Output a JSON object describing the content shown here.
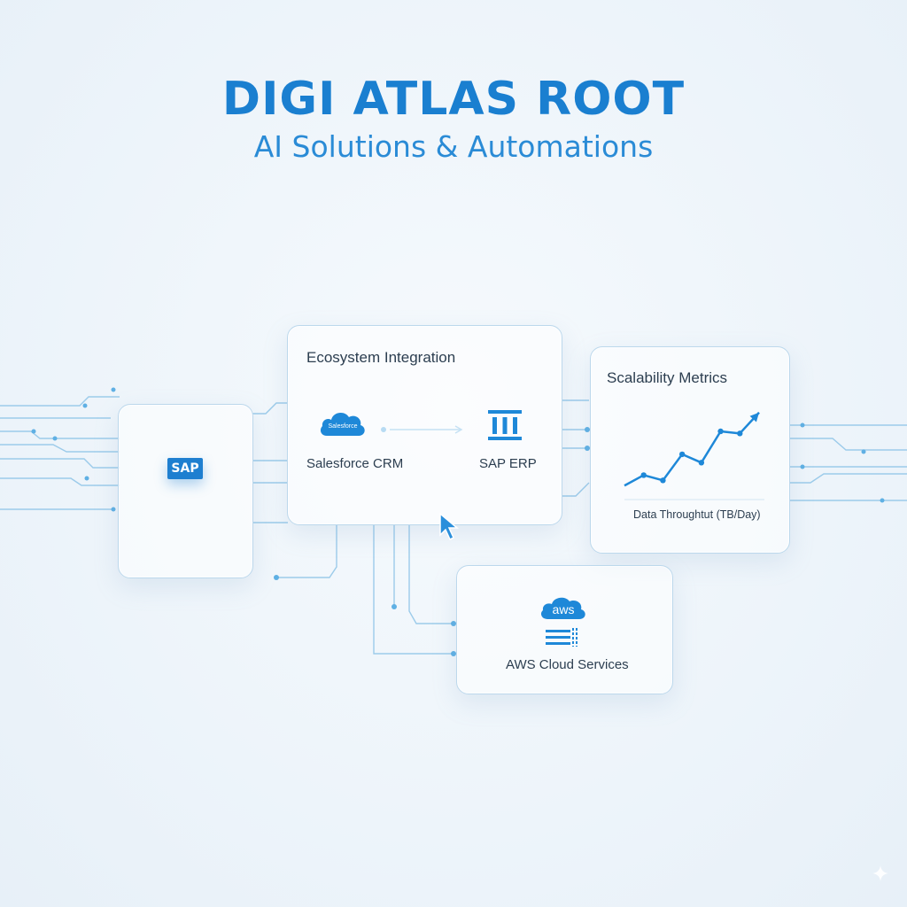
{
  "header": {
    "title": "DIGI ATLAS ROOT",
    "subtitle": "AI Solutions & Automations"
  },
  "sap_card": {
    "logo_text": "SAP"
  },
  "ecosystem_card": {
    "title": "Ecosystem Integration",
    "cloud_icon_text": "Salesforce",
    "salesforce_label": "Salesforce CRM",
    "sap_erp_label": "SAP ERP"
  },
  "metrics_card": {
    "title": "Scalability Metrics",
    "chart_caption": "Data Throughtut (TB/Day)"
  },
  "aws_card": {
    "cloud_icon_text": "aws",
    "label": "AWS Cloud Services"
  },
  "chart_data": {
    "type": "line",
    "title": "Scalability Metrics",
    "xlabel": "Data Throughtut (TB/Day)",
    "ylabel": "",
    "x": [
      0,
      1,
      2,
      3,
      4,
      5,
      6,
      7
    ],
    "values": [
      1,
      2,
      1.5,
      4,
      3.2,
      6.2,
      6,
      8
    ],
    "ylim": [
      0,
      9
    ],
    "grid": false,
    "color": "#1e88d8"
  },
  "colors": {
    "accent": "#1a7fd0",
    "wire": "#8cc3e6",
    "card_border": "#bcd8ec"
  }
}
